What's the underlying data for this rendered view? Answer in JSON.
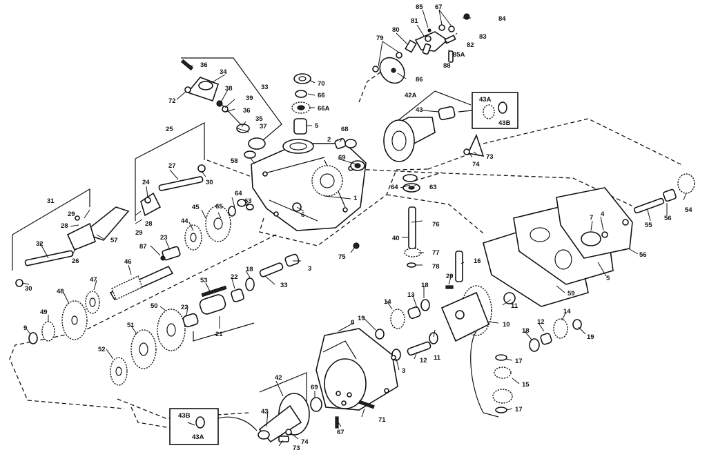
{
  "callouts": [
    {
      "id": "c85",
      "text": "85"
    },
    {
      "id": "c67",
      "text": "67"
    },
    {
      "id": "c84",
      "text": "84"
    },
    {
      "id": "c81",
      "text": "81"
    },
    {
      "id": "c80",
      "text": "80"
    },
    {
      "id": "c79",
      "text": "79"
    },
    {
      "id": "c83",
      "text": "83"
    },
    {
      "id": "c82",
      "text": "82"
    },
    {
      "id": "c85a",
      "text": "85A"
    },
    {
      "id": "c88",
      "text": "88"
    },
    {
      "id": "c86",
      "text": "86"
    },
    {
      "id": "c36a",
      "text": "36"
    },
    {
      "id": "c34",
      "text": "34"
    },
    {
      "id": "c72",
      "text": "72"
    },
    {
      "id": "c38",
      "text": "38"
    },
    {
      "id": "c39",
      "text": "39"
    },
    {
      "id": "c33",
      "text": "33"
    },
    {
      "id": "c36b",
      "text": "36"
    },
    {
      "id": "c35",
      "text": "35"
    },
    {
      "id": "c37",
      "text": "37"
    },
    {
      "id": "c70",
      "text": "70"
    },
    {
      "id": "c66",
      "text": "66"
    },
    {
      "id": "c66a",
      "text": "66A"
    },
    {
      "id": "c5",
      "text": "5"
    },
    {
      "id": "c42a",
      "text": "42A"
    },
    {
      "id": "c43a",
      "text": "43"
    },
    {
      "id": "c43Abox",
      "text": "43A"
    },
    {
      "id": "c43Bbox",
      "text": "43B"
    },
    {
      "id": "c25",
      "text": "25"
    },
    {
      "id": "c58",
      "text": "58"
    },
    {
      "id": "c68",
      "text": "68"
    },
    {
      "id": "c2",
      "text": "2"
    },
    {
      "id": "c69a",
      "text": "69"
    },
    {
      "id": "c73a",
      "text": "73"
    },
    {
      "id": "c74a",
      "text": "74"
    },
    {
      "id": "c27",
      "text": "27"
    },
    {
      "id": "c30a",
      "text": "30"
    },
    {
      "id": "c24",
      "text": "24"
    },
    {
      "id": "c64a",
      "text": "64"
    },
    {
      "id": "c63a",
      "text": "63"
    },
    {
      "id": "c64b",
      "text": "64"
    },
    {
      "id": "c63b",
      "text": "63"
    },
    {
      "id": "c65",
      "text": "65"
    },
    {
      "id": "c45",
      "text": "45"
    },
    {
      "id": "c1",
      "text": "1"
    },
    {
      "id": "c31",
      "text": "31"
    },
    {
      "id": "c29a",
      "text": "29"
    },
    {
      "id": "c28a",
      "text": "28"
    },
    {
      "id": "c28b",
      "text": "28"
    },
    {
      "id": "c29b",
      "text": "29"
    },
    {
      "id": "c6",
      "text": "6"
    },
    {
      "id": "c57",
      "text": "57"
    },
    {
      "id": "c44",
      "text": "44"
    },
    {
      "id": "c76",
      "text": "76"
    },
    {
      "id": "c40",
      "text": "40"
    },
    {
      "id": "c77",
      "text": "77"
    },
    {
      "id": "c78",
      "text": "78"
    },
    {
      "id": "c32",
      "text": "32"
    },
    {
      "id": "c26",
      "text": "26"
    },
    {
      "id": "c87",
      "text": "87"
    },
    {
      "id": "c23",
      "text": "23"
    },
    {
      "id": "c75",
      "text": "75"
    },
    {
      "id": "c46",
      "text": "46"
    },
    {
      "id": "c30b",
      "text": "30"
    },
    {
      "id": "c3a",
      "text": "3"
    },
    {
      "id": "c18a",
      "text": "18"
    },
    {
      "id": "c33b",
      "text": "33"
    },
    {
      "id": "c53",
      "text": "53"
    },
    {
      "id": "c22a",
      "text": "22"
    },
    {
      "id": "c48",
      "text": "48"
    },
    {
      "id": "c47",
      "text": "47"
    },
    {
      "id": "c22b",
      "text": "22"
    },
    {
      "id": "c50",
      "text": "50"
    },
    {
      "id": "c21",
      "text": "21"
    },
    {
      "id": "c49",
      "text": "49"
    },
    {
      "id": "c9",
      "text": "9"
    },
    {
      "id": "c51",
      "text": "51"
    },
    {
      "id": "c52",
      "text": "52"
    },
    {
      "id": "c16",
      "text": "16"
    },
    {
      "id": "c20",
      "text": "20"
    },
    {
      "id": "c18b",
      "text": "18"
    },
    {
      "id": "c14a",
      "text": "14"
    },
    {
      "id": "c13",
      "text": "13"
    },
    {
      "id": "c11a",
      "text": "11"
    },
    {
      "id": "c10",
      "text": "10"
    },
    {
      "id": "c19a",
      "text": "19"
    },
    {
      "id": "c8",
      "text": "8"
    },
    {
      "id": "c18c",
      "text": "18"
    },
    {
      "id": "c12a",
      "text": "12"
    },
    {
      "id": "c14b",
      "text": "14"
    },
    {
      "id": "c19b",
      "text": "19"
    },
    {
      "id": "c11b",
      "text": "11"
    },
    {
      "id": "c3b",
      "text": "3"
    },
    {
      "id": "c12b",
      "text": "12"
    },
    {
      "id": "c17a",
      "text": "17"
    },
    {
      "id": "c15",
      "text": "15"
    },
    {
      "id": "c17b",
      "text": "17"
    },
    {
      "id": "c42b",
      "text": "42"
    },
    {
      "id": "c69b",
      "text": "69"
    },
    {
      "id": "c43b",
      "text": "43"
    },
    {
      "id": "c71",
      "text": "71"
    },
    {
      "id": "c67b",
      "text": "67"
    },
    {
      "id": "c74b",
      "text": "74"
    },
    {
      "id": "c73b",
      "text": "73"
    },
    {
      "id": "c43Bbox2",
      "text": "43B"
    },
    {
      "id": "c43Abox2",
      "text": "43A"
    },
    {
      "id": "c54",
      "text": "54"
    },
    {
      "id": "c55",
      "text": "55"
    },
    {
      "id": "c56a",
      "text": "56"
    },
    {
      "id": "c7",
      "text": "7"
    },
    {
      "id": "c4",
      "text": "4"
    },
    {
      "id": "c56b",
      "text": "56"
    },
    {
      "id": "c5b",
      "text": "5"
    },
    {
      "id": "c59",
      "text": "59"
    }
  ]
}
